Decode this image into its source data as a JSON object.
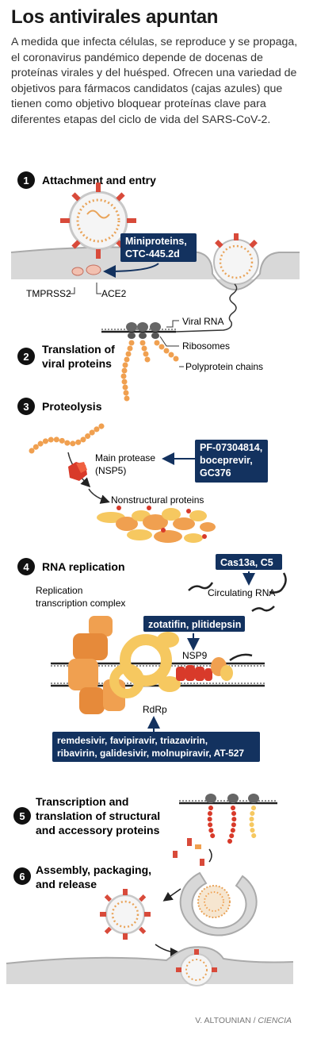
{
  "title": "Los antivirales apuntan",
  "intro": "A medida que infecta células, se reproduce y se propaga, el coronavirus pandémico depende de docenas de proteínas virales y del huésped. Ofrecen una variedad de objetivos para fármacos candidatos (cajas azules) que tienen como objetivo bloquear proteínas clave para diferentes etapas del ciclo de vida del SARS-CoV-2.",
  "colors": {
    "drug_box": "#13325f",
    "cell": "#d8d8d8",
    "orange": "#f0a050",
    "red": "#d83a2a",
    "yellow": "#f6c860"
  },
  "steps": [
    {
      "num": "1",
      "label": "Attachment and entry"
    },
    {
      "num": "2",
      "label1": "Translation of",
      "label2": "viral proteins"
    },
    {
      "num": "3",
      "label": "Proteolysis"
    },
    {
      "num": "4",
      "label": "RNA replication"
    },
    {
      "num": "5",
      "label1": "Transcription and",
      "label2": "translation of structural",
      "label3": "and accessory proteins"
    },
    {
      "num": "6",
      "label1": "Assembly, packaging,",
      "label2": "and release"
    }
  ],
  "drugs": {
    "miniproteins": {
      "line1": "Miniproteins,",
      "line2": "CTC-445.2d"
    },
    "protease": {
      "line1": "PF-07304814,",
      "line2": "boceprevir,",
      "line3": "GC376"
    },
    "cas13": {
      "line1": "Cas13a, C5"
    },
    "zotatifin": {
      "line1": "zotatifin, plitidepsin"
    },
    "rdrp": {
      "line1": "remdesivir, favipiravir, triazavirin,",
      "line2": "ribavirin, galidesivir, molnupiravir, AT-527"
    }
  },
  "labels": {
    "tmprss2": "TMPRSS2",
    "ace2": "ACE2",
    "viral_rna": "Viral RNA",
    "ribosomes": "Ribosomes",
    "polyprotein": "Polyprotein chains",
    "main_protease1": "Main protease",
    "main_protease2": "(NSP5)",
    "nonstructural": "Nonstructural proteins",
    "replication1": "Replication",
    "replication2": "transcription complex",
    "circulating": "Circulating RNA",
    "nsp9": "NSP9",
    "rdrp": "RdRp"
  },
  "credit": {
    "author": "V. ALTOUNIAN / ",
    "source": "CIENCIA"
  }
}
